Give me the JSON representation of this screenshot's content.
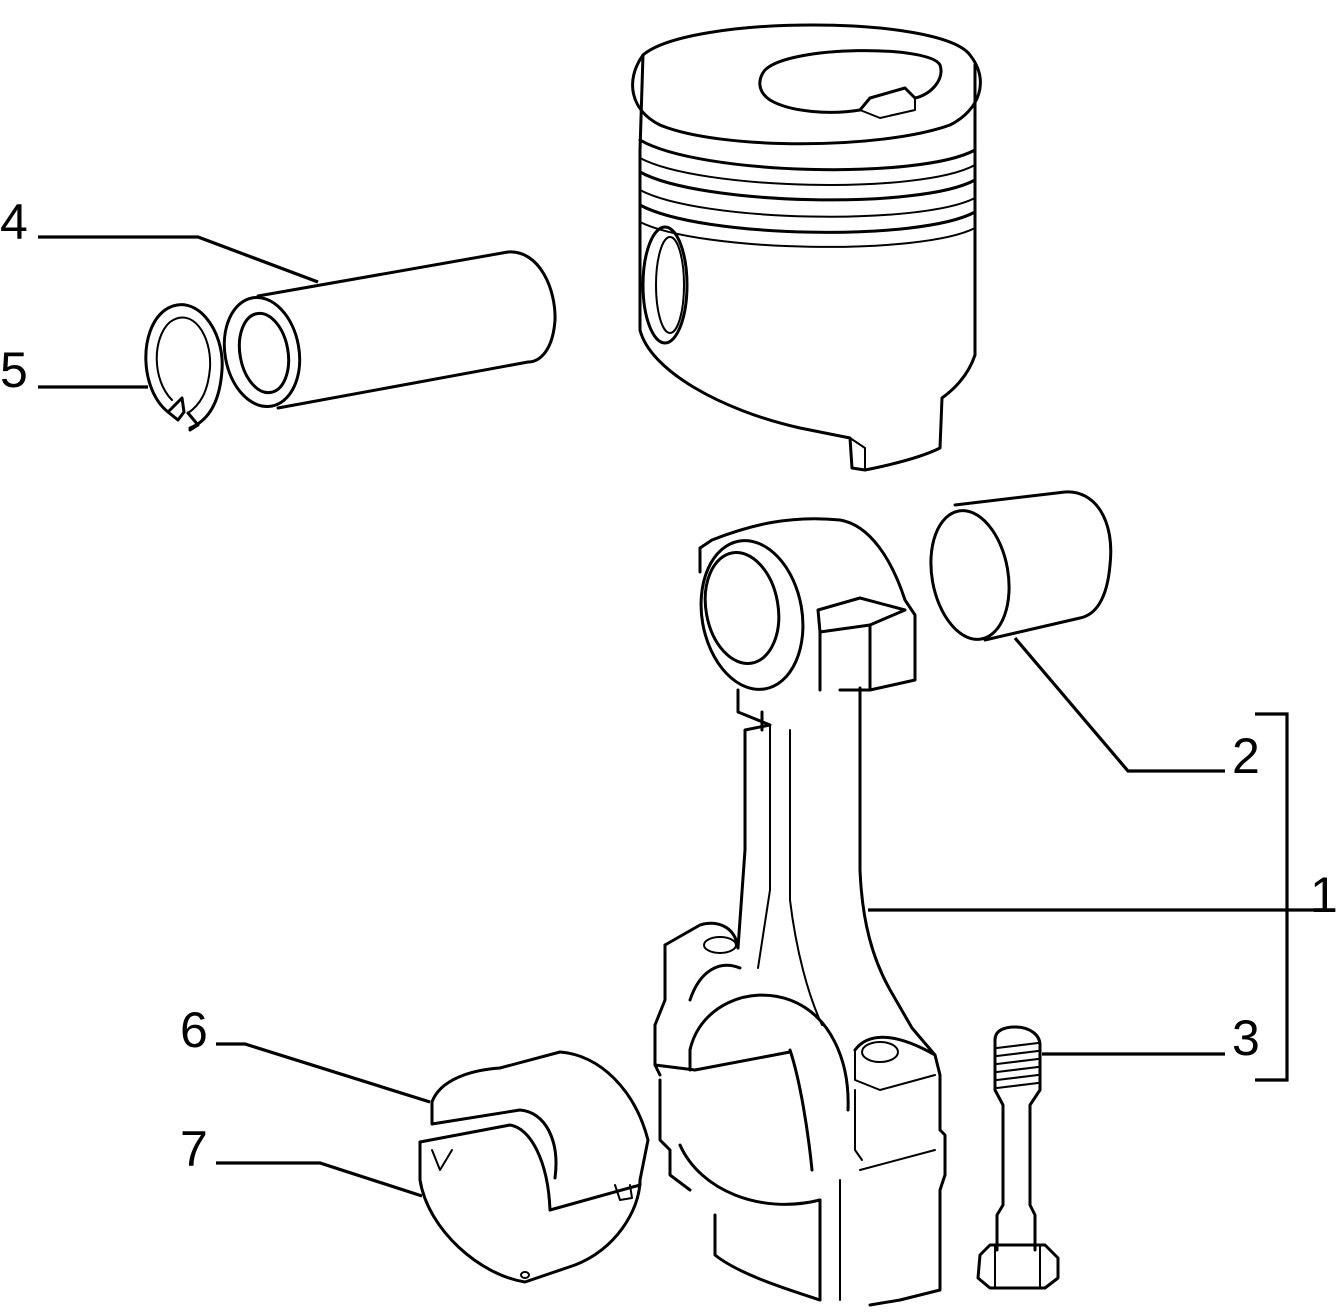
{
  "diagram": {
    "callouts": [
      {
        "id": "1",
        "label": "1"
      },
      {
        "id": "2",
        "label": "2"
      },
      {
        "id": "3",
        "label": "3"
      },
      {
        "id": "4",
        "label": "4"
      },
      {
        "id": "5",
        "label": "5"
      },
      {
        "id": "6",
        "label": "6"
      },
      {
        "id": "7",
        "label": "7"
      }
    ],
    "parts": [
      {
        "name": "piston",
        "icon": "piston-icon"
      },
      {
        "name": "piston-pin",
        "icon": "piston-pin-icon"
      },
      {
        "name": "circlip",
        "icon": "circlip-icon"
      },
      {
        "name": "small-end-bushing",
        "icon": "bushing-icon"
      },
      {
        "name": "connecting-rod",
        "icon": "connecting-rod-icon"
      },
      {
        "name": "rod-bolt",
        "icon": "bolt-icon"
      },
      {
        "name": "bearing-shell-upper",
        "icon": "bearing-shell-icon"
      },
      {
        "name": "bearing-shell-lower",
        "icon": "bearing-shell-icon"
      }
    ],
    "colors": {
      "line": "#000000",
      "background": "#ffffff"
    }
  }
}
